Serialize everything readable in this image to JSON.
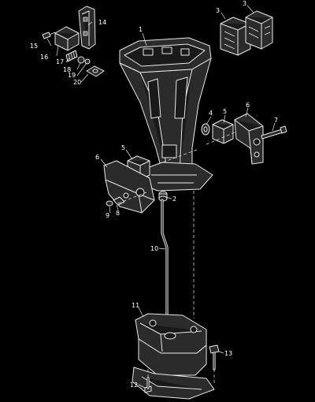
{
  "callouts": {
    "c1": "1",
    "c2": "2",
    "c3a": "3",
    "c3b": "3",
    "c4": "4",
    "c5a": "5",
    "c5b": "5",
    "c6a": "6",
    "c6b": "6",
    "c7": "7",
    "c8": "8",
    "c9": "9",
    "c10": "10",
    "c11": "11",
    "c12": "12",
    "c13": "13",
    "c14": "14",
    "c15": "15",
    "c16": "16",
    "c17": "17",
    "c18": "18",
    "c19": "19",
    "c20": "20"
  },
  "colors": {
    "background": "#000000",
    "line": "#e8e8e8",
    "text": "#ffffff"
  }
}
